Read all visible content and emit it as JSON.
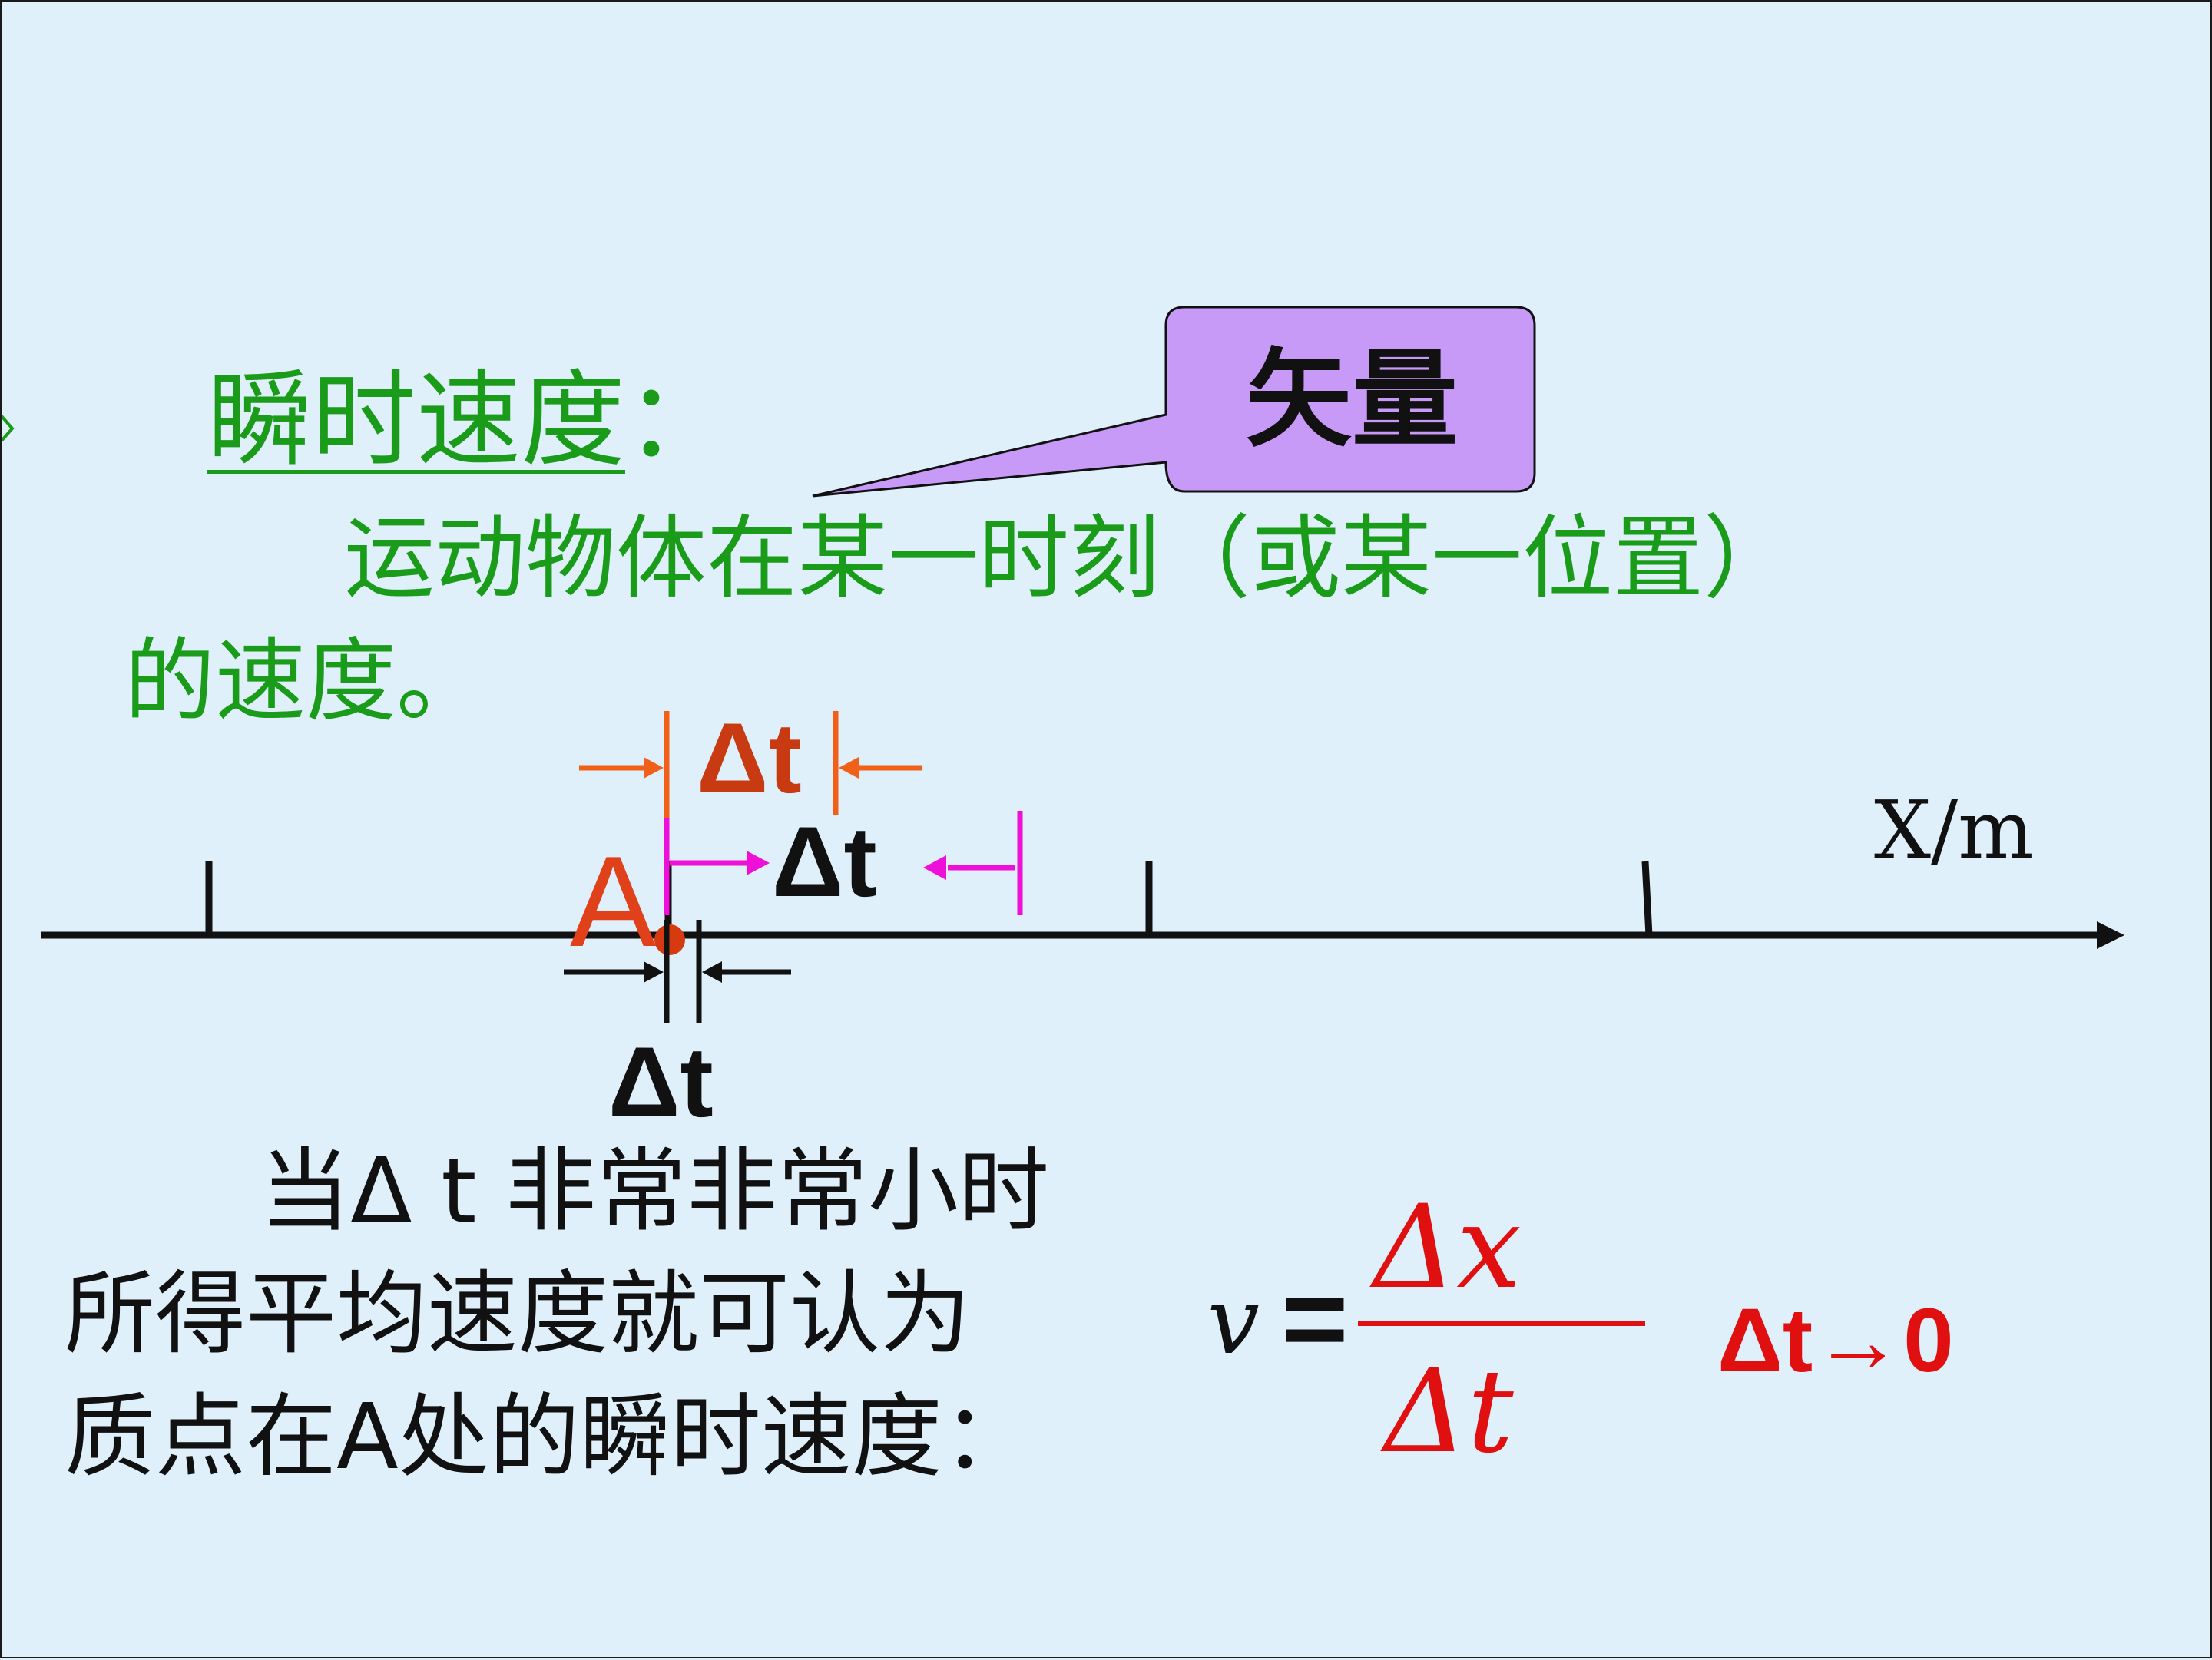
{
  "heading": {
    "label": "瞬时速度",
    "colon": "："
  },
  "definition": {
    "line1": "运动物体在某一时刻（或某一位置）",
    "line2": "的速度。"
  },
  "callout": {
    "text": "矢量"
  },
  "axis": {
    "label": "X/m",
    "point_label": "A"
  },
  "intervals": {
    "orange_label": "Δt",
    "magenta_label": "Δt",
    "black_label": "Δt"
  },
  "explanation": {
    "line1": "当Δ t 非常非常小时",
    "line2": "所得平均速度就可认为",
    "line3": "质点在A处的瞬时速度："
  },
  "formula": {
    "lhs": "v",
    "equals": "=",
    "numerator": "Δx",
    "denominator": "Δt",
    "condition": "Δt→0"
  },
  "colors": {
    "green": "#1a9c1a",
    "red": "#e01010",
    "orange": "#f06018",
    "magenta": "#ee10d8",
    "callout_fill": "#c89af8"
  }
}
